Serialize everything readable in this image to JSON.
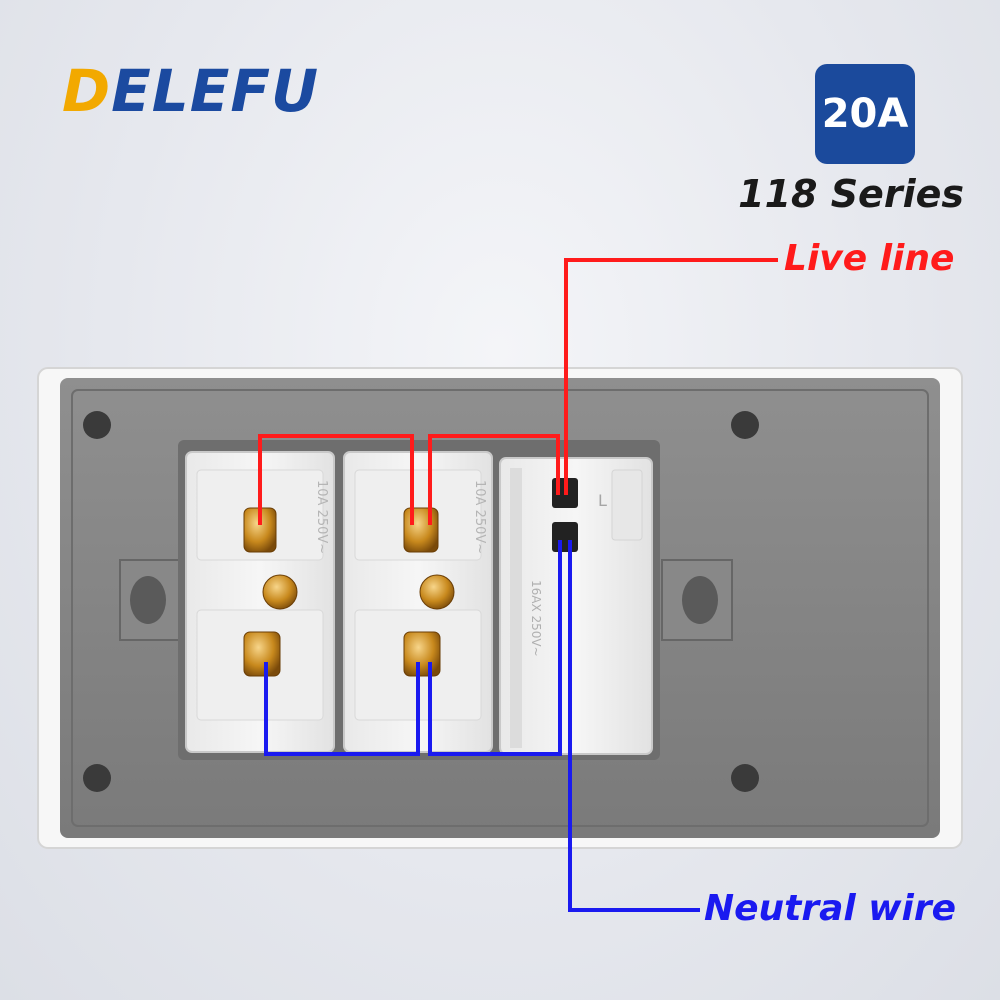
{
  "brand": {
    "lead": "D",
    "rest": "ELEFU"
  },
  "rating": {
    "badge": "20A",
    "series": "118 Series"
  },
  "labels": {
    "live": "Live line",
    "neutral": "Neutral wire"
  },
  "colors": {
    "live_wire": "#ff1b1b",
    "neutral_wire": "#1a1af0",
    "brand_blue": "#1b4aa0",
    "brand_gold": "#f2a900"
  },
  "outlets": [
    {
      "rating_text": "10A 250V~"
    },
    {
      "rating_text": "10A 250V~"
    }
  ],
  "switch": {
    "terminal_text": "L",
    "rating_text": "16AX 250V~"
  }
}
